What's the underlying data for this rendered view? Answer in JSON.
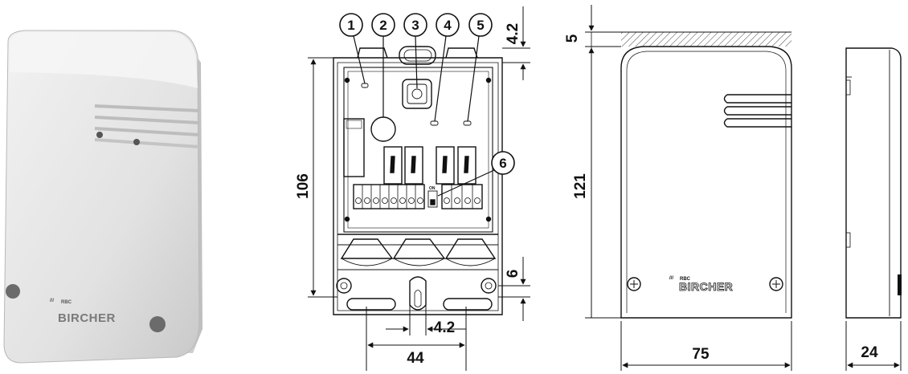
{
  "photo": {
    "logo_brand": "BIRCHER",
    "logo_prefix": "RBC"
  },
  "front_open": {
    "callouts": [
      "1",
      "2",
      "3",
      "4",
      "5",
      "6"
    ],
    "switch_label": "ON",
    "dims": {
      "top_offset": "4.2",
      "height_inner": "106",
      "bottom_offset": "6",
      "hole_offset": "4.2",
      "hole_spacing": "44"
    }
  },
  "front_closed": {
    "logo_brand": "BIRCHER",
    "logo_prefix": "RBC",
    "dims": {
      "top_margin": "5",
      "height": "121",
      "width": "75"
    }
  },
  "side": {
    "dims": {
      "depth": "24"
    }
  }
}
